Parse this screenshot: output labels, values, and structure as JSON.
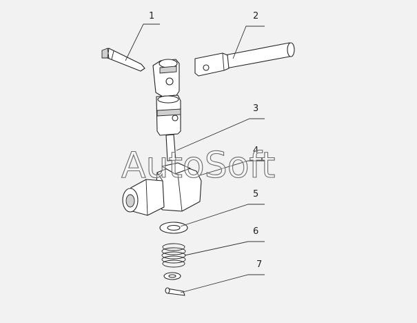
{
  "diagram": {
    "callouts": [
      {
        "id": "1",
        "label": "1"
      },
      {
        "id": "2",
        "label": "2"
      },
      {
        "id": "3",
        "label": "3"
      },
      {
        "id": "4",
        "label": "4"
      },
      {
        "id": "5",
        "label": "5"
      },
      {
        "id": "6",
        "label": "6"
      },
      {
        "id": "7",
        "label": "7"
      }
    ],
    "watermark": "AutoSoft",
    "colors": {
      "line": "#222222",
      "background": "#f2f2f2",
      "watermark": "#6a6a6a"
    }
  }
}
